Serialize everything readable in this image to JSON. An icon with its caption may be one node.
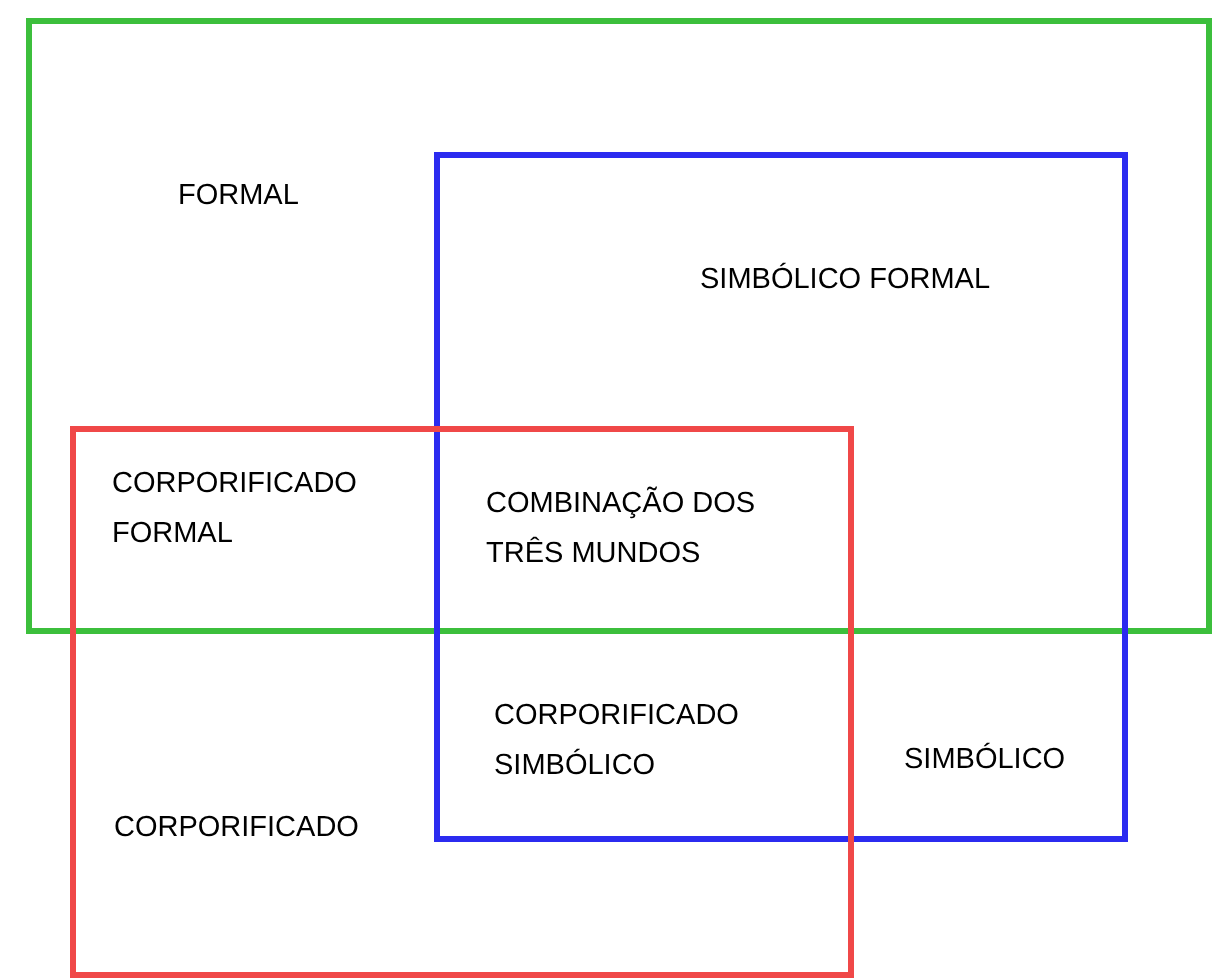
{
  "diagram": {
    "nodes": [
      {
        "text": [
          "FORMAL"
        ]
      },
      {
        "text": [
          "SIMBÓLICO"
        ]
      },
      {
        "text": [
          "CORPORIFICADO"
        ]
      }
    ],
    "labels": [
      "SIMBÓLICO FORMAL",
      "CORPORIFICADO FORMAL",
      "COMBINAÇÃO DOS TRÊS MUNDOS",
      "CORPORIFICADO SIMBÓLICO"
    ]
  }
}
